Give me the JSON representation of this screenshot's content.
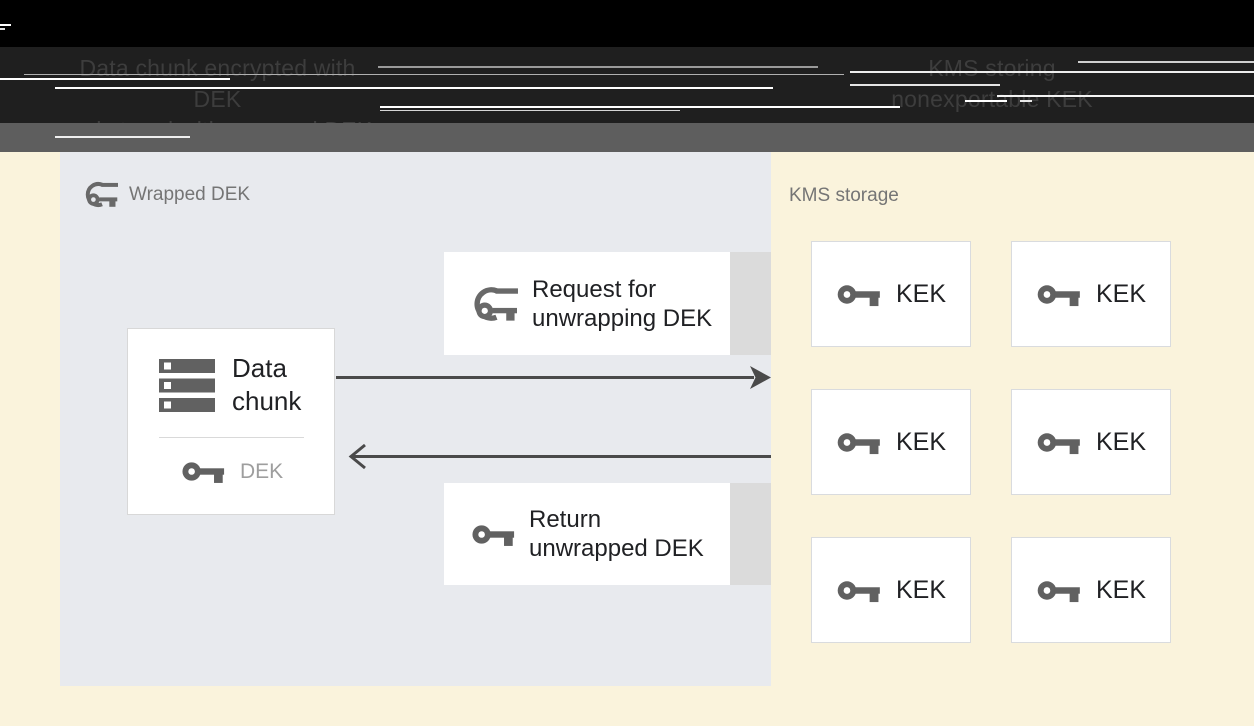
{
  "header": {
    "caption_left": {
      "line1": "Data chunk encrypted with DEK",
      "line2": "and stored with wrapped DEK"
    },
    "caption_right": {
      "line1": "KMS storing",
      "line2": "nonexportable KEK"
    }
  },
  "dek_panel": {
    "label": "Wrapped DEK",
    "data_chunk": {
      "line1": "Data",
      "line2": "chunk",
      "key_label": "DEK"
    },
    "request": {
      "line1": "Request for",
      "line2": "unwrapping DEK"
    },
    "return_msg": {
      "line1": "Return",
      "line2": "unwrapped DEK"
    }
  },
  "kms_panel": {
    "label": "KMS storage",
    "keks": [
      "KEK",
      "KEK",
      "KEK",
      "KEK",
      "KEK",
      "KEK"
    ]
  },
  "icons": {
    "wrapped_dek": "wrapped-key-icon",
    "request": "wrapped-key-icon",
    "return_msg": "key-icon",
    "dek": "key-icon",
    "kek": "key-icon",
    "data_chunk": "data-stack-icon"
  },
  "colors": {
    "page_background": "#faf3dc",
    "header_background": "#1f1f1f",
    "header_top": "#000000",
    "header_caption_text": "#3d3d3d",
    "gray_bar": "#5e5e5e",
    "panel_background": "#e8eaee",
    "box_background": "#ffffff",
    "box_border": "#d8d8d8",
    "shadow_strip": "#dbdbdb",
    "icon_gray": "#616161",
    "label_gray": "#757575",
    "dek_label_gray": "#9e9e9e",
    "text_dark": "#202124",
    "arrow": "#4a4a4a"
  }
}
